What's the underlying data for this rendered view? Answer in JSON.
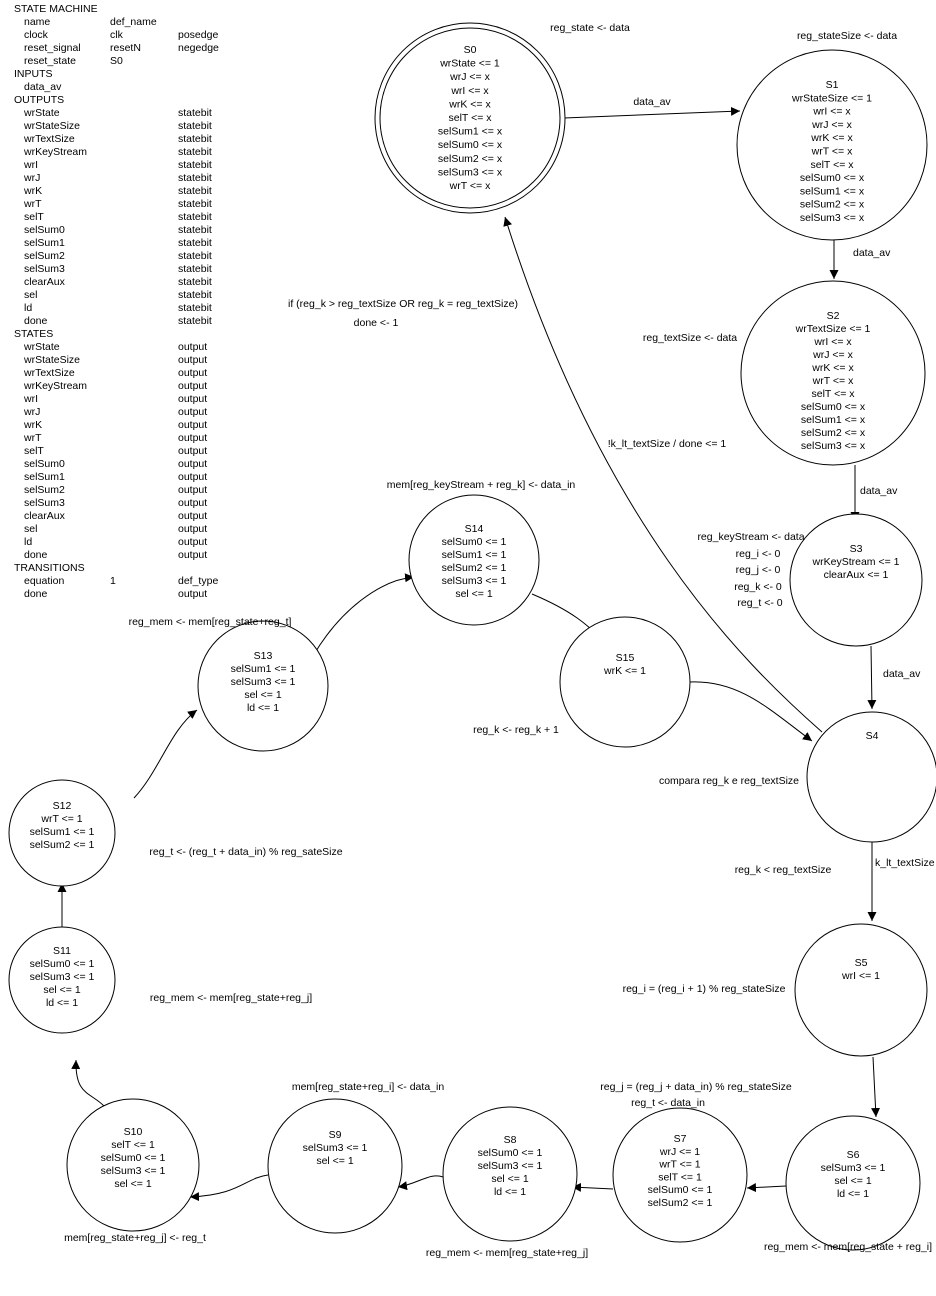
{
  "sidebar": {
    "sections": [
      {
        "title": "STATE MACHINE",
        "rows": [
          [
            "name",
            "def_name",
            ""
          ],
          [
            "clock",
            "clk",
            "posedge"
          ],
          [
            "reset_signal",
            "resetN",
            "negedge"
          ],
          [
            "reset_state",
            "S0",
            ""
          ]
        ]
      },
      {
        "title": "INPUTS",
        "rows": [
          [
            "data_av",
            "",
            ""
          ]
        ]
      },
      {
        "title": "OUTPUTS",
        "rows": [
          [
            "wrState",
            "",
            "statebit"
          ],
          [
            "wrStateSize",
            "",
            "statebit"
          ],
          [
            "wrTextSize",
            "",
            "statebit"
          ],
          [
            "wrKeyStream",
            "",
            "statebit"
          ],
          [
            "wrI",
            "",
            "statebit"
          ],
          [
            "wrJ",
            "",
            "statebit"
          ],
          [
            "wrK",
            "",
            "statebit"
          ],
          [
            "wrT",
            "",
            "statebit"
          ],
          [
            "selT",
            "",
            "statebit"
          ],
          [
            "selSum0",
            "",
            "statebit"
          ],
          [
            "selSum1",
            "",
            "statebit"
          ],
          [
            "selSum2",
            "",
            "statebit"
          ],
          [
            "selSum3",
            "",
            "statebit"
          ],
          [
            "clearAux",
            "",
            "statebit"
          ],
          [
            "sel",
            "",
            "statebit"
          ],
          [
            "ld",
            "",
            "statebit"
          ],
          [
            "done",
            "",
            "statebit"
          ]
        ]
      },
      {
        "title": "STATES",
        "rows": [
          [
            "wrState",
            "",
            "output"
          ],
          [
            "wrStateSize",
            "",
            "output"
          ],
          [
            "wrTextSize",
            "",
            "output"
          ],
          [
            "wrKeyStream",
            "",
            "output"
          ],
          [
            "wrI",
            "",
            "output"
          ],
          [
            "wrJ",
            "",
            "output"
          ],
          [
            "wrK",
            "",
            "output"
          ],
          [
            "wrT",
            "",
            "output"
          ],
          [
            "selT",
            "",
            "output"
          ],
          [
            "selSum0",
            "",
            "output"
          ],
          [
            "selSum1",
            "",
            "output"
          ],
          [
            "selSum2",
            "",
            "output"
          ],
          [
            "selSum3",
            "",
            "output"
          ],
          [
            "clearAux",
            "",
            "output"
          ],
          [
            "sel",
            "",
            "output"
          ],
          [
            "ld",
            "",
            "output"
          ],
          [
            "done",
            "",
            "output"
          ]
        ]
      },
      {
        "title": "TRANSITIONS",
        "rows": [
          [
            "equation",
            "1",
            "def_type"
          ],
          [
            "done",
            "",
            "output"
          ]
        ]
      }
    ]
  },
  "states": [
    {
      "id": "S0",
      "lines": [
        "wrState <= 1",
        "wrJ <= x",
        "wrI <= x",
        "wrK <= x",
        "selT <= x",
        "selSum1 <= x",
        "selSum0 <= x",
        "selSum2 <= x",
        "selSum3 <= x",
        "wrT <= x"
      ],
      "initial": true
    },
    {
      "id": "S1",
      "lines": [
        "wrStateSize <= 1",
        "wrI <= x",
        "wrJ <= x",
        "wrK <= x",
        "wrT <= x",
        "selT <= x",
        "selSum0 <= x",
        "selSum1 <= x",
        "selSum2 <= x",
        "selSum3 <= x"
      ]
    },
    {
      "id": "S2",
      "lines": [
        "wrTextSize <= 1",
        "wrI <= x",
        "wrJ <= x",
        "wrK <= x",
        "wrT <= x",
        "selT <= x",
        "selSum0 <= x",
        "selSum1 <= x",
        "selSum2 <= x",
        "selSum3 <= x"
      ]
    },
    {
      "id": "S3",
      "lines": [
        "wrKeyStream <= 1",
        "clearAux <= 1"
      ]
    },
    {
      "id": "S4",
      "lines": []
    },
    {
      "id": "S5",
      "lines": [
        "wrI <= 1"
      ]
    },
    {
      "id": "S6",
      "lines": [
        "selSum3 <= 1",
        "sel <= 1",
        "ld <= 1"
      ]
    },
    {
      "id": "S7",
      "lines": [
        "wrJ <= 1",
        "wrT <= 1",
        "selT <= 1",
        "selSum0 <= 1",
        "selSum2 <= 1"
      ]
    },
    {
      "id": "S8",
      "lines": [
        "selSum0 <= 1",
        "selSum3 <= 1",
        "sel <= 1",
        "ld <= 1"
      ]
    },
    {
      "id": "S9",
      "lines": [
        "selSum3 <= 1",
        "sel <= 1"
      ]
    },
    {
      "id": "S10",
      "lines": [
        "selT <= 1",
        "selSum0 <= 1",
        "selSum3 <= 1",
        "sel <= 1"
      ]
    },
    {
      "id": "S11",
      "lines": [
        "selSum0 <= 1",
        "selSum3 <= 1",
        "sel <= 1",
        "ld <= 1"
      ]
    },
    {
      "id": "S12",
      "lines": [
        "wrT <= 1",
        "selSum1 <= 1",
        "selSum2 <= 1"
      ]
    },
    {
      "id": "S13",
      "lines": [
        "selSum1 <= 1",
        "selSum3 <= 1",
        "sel <= 1",
        "ld <= 1"
      ]
    },
    {
      "id": "S14",
      "lines": [
        "selSum0 <= 1",
        "selSum1 <= 1",
        "selSum2 <= 1",
        "selSum3 <= 1",
        "sel <= 1"
      ]
    },
    {
      "id": "S15",
      "lines": [
        "wrK <= 1"
      ]
    }
  ],
  "transitions": [
    {
      "from": "S0",
      "to": "S1",
      "label": "data_av"
    },
    {
      "from": "S1",
      "to": "S2",
      "label": "data_av"
    },
    {
      "from": "S2",
      "to": "S3",
      "label": "data_av"
    },
    {
      "from": "S3",
      "to": "S4",
      "label": "data_av"
    },
    {
      "from": "S4",
      "to": "S0",
      "label": "!k_lt_textSize / done <= 1"
    },
    {
      "from": "S4",
      "to": "S5",
      "label": "k_lt_textSize"
    },
    {
      "from": "S5",
      "to": "S6",
      "label": ""
    },
    {
      "from": "S6",
      "to": "S7",
      "label": ""
    },
    {
      "from": "S7",
      "to": "S8",
      "label": ""
    },
    {
      "from": "S8",
      "to": "S9",
      "label": ""
    },
    {
      "from": "S9",
      "to": "S10",
      "label": ""
    },
    {
      "from": "S10",
      "to": "S11",
      "label": ""
    },
    {
      "from": "S11",
      "to": "S12",
      "label": ""
    },
    {
      "from": "S12",
      "to": "S13",
      "label": ""
    },
    {
      "from": "S13",
      "to": "S14",
      "label": ""
    },
    {
      "from": "S14",
      "to": "S15",
      "label": ""
    },
    {
      "from": "S15",
      "to": "S4",
      "label": ""
    }
  ],
  "notes": [
    {
      "id": "note-s0",
      "lines": [
        "reg_state <- data"
      ]
    },
    {
      "id": "note-s1",
      "lines": [
        "reg_stateSize <- data"
      ]
    },
    {
      "id": "note-s2",
      "lines": [
        "reg_textSize <- data"
      ]
    },
    {
      "id": "note-s3",
      "lines": [
        "reg_keyStream <- data",
        "reg_i <- 0",
        "reg_j <- 0",
        "reg_k <- 0",
        "reg_t <- 0"
      ]
    },
    {
      "id": "note-done",
      "lines": [
        "if (reg_k > reg_textSize OR reg_k = reg_textSize)",
        "done <- 1"
      ]
    },
    {
      "id": "note-s4",
      "lines": [
        "compara reg_k e reg_textSize"
      ]
    },
    {
      "id": "note-s4-cond",
      "lines": [
        "reg_k < reg_textSize"
      ]
    },
    {
      "id": "note-s5",
      "lines": [
        "reg_i = (reg_i + 1) % reg_stateSize"
      ]
    },
    {
      "id": "note-s7",
      "lines": [
        "reg_j = (reg_j + data_in) % reg_stateSize",
        "reg_t <- data_in"
      ]
    },
    {
      "id": "note-s6",
      "lines": [
        "reg_mem <- mem[reg_state + reg_i]"
      ]
    },
    {
      "id": "note-s8",
      "lines": [
        "reg_mem <- mem[reg_state+reg_j]"
      ]
    },
    {
      "id": "note-s9",
      "lines": [
        "mem[reg_state+reg_i] <- data_in"
      ]
    },
    {
      "id": "note-s10",
      "lines": [
        "mem[reg_state+reg_j] <- reg_t"
      ]
    },
    {
      "id": "note-s11",
      "lines": [
        "reg_mem <- mem[reg_state+reg_j]"
      ]
    },
    {
      "id": "note-s12",
      "lines": [
        "reg_t <- (reg_t + data_in) % reg_sateSize"
      ]
    },
    {
      "id": "note-s13",
      "lines": [
        "reg_mem <- mem[reg_state+reg_t]"
      ]
    },
    {
      "id": "note-s14",
      "lines": [
        "mem[reg_keyStream + reg_k] <- data_in"
      ]
    },
    {
      "id": "note-s15",
      "lines": [
        "reg_k <- reg_k + 1"
      ]
    }
  ]
}
